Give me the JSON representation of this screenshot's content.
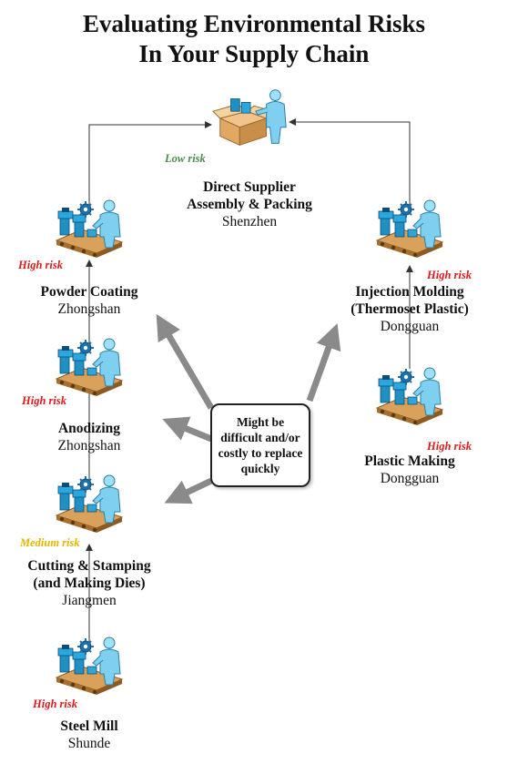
{
  "title": {
    "line1": "Evaluating Environmental Risks",
    "line2": "In Your Supply Chain"
  },
  "nodes": {
    "direct": {
      "name1": "Direct Supplier",
      "name2": "Assembly & Packing",
      "city": "Shenzhen",
      "risk": "Low risk"
    },
    "powder": {
      "name1": "Powder Coating",
      "city": "Zhongshan",
      "risk": "High risk"
    },
    "anodizing": {
      "name1": "Anodizing",
      "city": "Zhongshan",
      "risk": "High risk"
    },
    "cutting": {
      "name1": "Cutting & Stamping",
      "name2": "(and Making Dies)",
      "city": "Jiangmen",
      "risk": "Medium risk"
    },
    "steel": {
      "name1": "Steel Mill",
      "city": "Shunde",
      "risk": "High risk"
    },
    "injection": {
      "name1": "Injection Molding",
      "name2": "(Thermoset Plastic)",
      "city": "Dongguan",
      "risk": "High risk"
    },
    "plastic": {
      "name1": "Plastic Making",
      "city": "Dongguan",
      "risk": "High risk"
    }
  },
  "note": "Might be difficult and/or costly to replace quickly",
  "colors": {
    "high_risk": "#e0191b",
    "medium_risk": "#e8b400",
    "low_risk": "#4c8c4a",
    "arrow_gray": "#8a8a8a",
    "machine_blue": "#1f8fc4",
    "worker_blue": "#7fd0f0"
  },
  "icons": [
    "factory-worker-icon",
    "warehouse-worker-box-icon"
  ]
}
